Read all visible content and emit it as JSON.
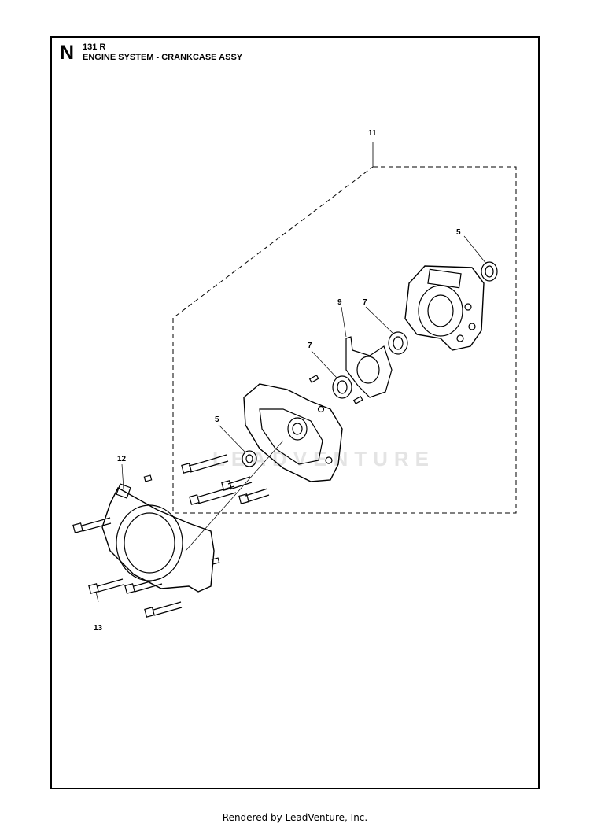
{
  "header": {
    "section_letter": "N",
    "model": "131 R",
    "title": "ENGINE SYSTEM - CRANKCASE ASSY"
  },
  "callouts": [
    {
      "id": "c11",
      "label": "11"
    },
    {
      "id": "c5a",
      "label": "5"
    },
    {
      "id": "c9",
      "label": "9"
    },
    {
      "id": "c7a",
      "label": "7"
    },
    {
      "id": "c7b",
      "label": "7"
    },
    {
      "id": "c5b",
      "label": "5"
    },
    {
      "id": "c12",
      "label": "12"
    },
    {
      "id": "c13",
      "label": "13"
    }
  ],
  "watermark": "LEADVENTURE",
  "footer": "Rendered by LeadVenture, Inc."
}
